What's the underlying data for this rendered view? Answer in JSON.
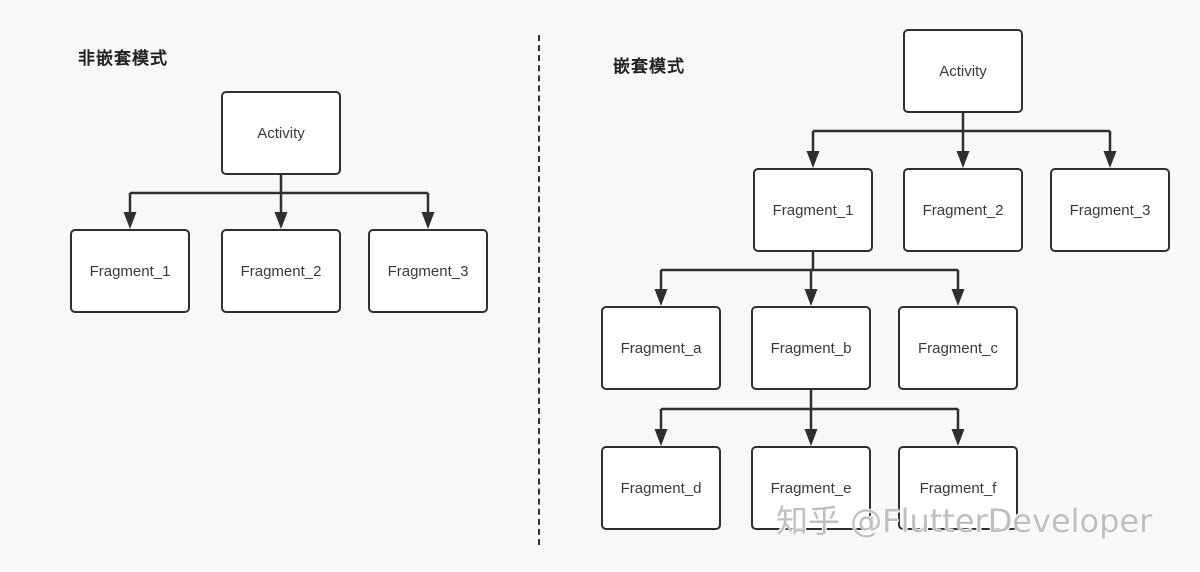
{
  "left": {
    "title": "非嵌套模式",
    "nodes": {
      "activity": "Activity",
      "f1": "Fragment_1",
      "f2": "Fragment_2",
      "f3": "Fragment_3"
    },
    "edges": [
      [
        "activity",
        "f1"
      ],
      [
        "activity",
        "f2"
      ],
      [
        "activity",
        "f3"
      ]
    ]
  },
  "right": {
    "title": "嵌套模式",
    "nodes": {
      "activity": "Activity",
      "f1": "Fragment_1",
      "f2": "Fragment_2",
      "f3": "Fragment_3",
      "fa": "Fragment_a",
      "fb": "Fragment_b",
      "fc": "Fragment_c",
      "fd": "Fragment_d",
      "fe": "Fragment_e",
      "ff": "Fragment_f"
    },
    "edges": [
      [
        "activity",
        "f1"
      ],
      [
        "activity",
        "f2"
      ],
      [
        "activity",
        "f3"
      ],
      [
        "f1",
        "fa"
      ],
      [
        "f1",
        "fb"
      ],
      [
        "f1",
        "fc"
      ],
      [
        "fb",
        "fd"
      ],
      [
        "fb",
        "fe"
      ],
      [
        "fb",
        "ff"
      ]
    ]
  },
  "colors": {
    "background": "#f8f8f8",
    "stroke": "#2f2f2f",
    "node_fill": "#ffffff"
  },
  "watermark": "知乎 @FlutterDeveloper"
}
